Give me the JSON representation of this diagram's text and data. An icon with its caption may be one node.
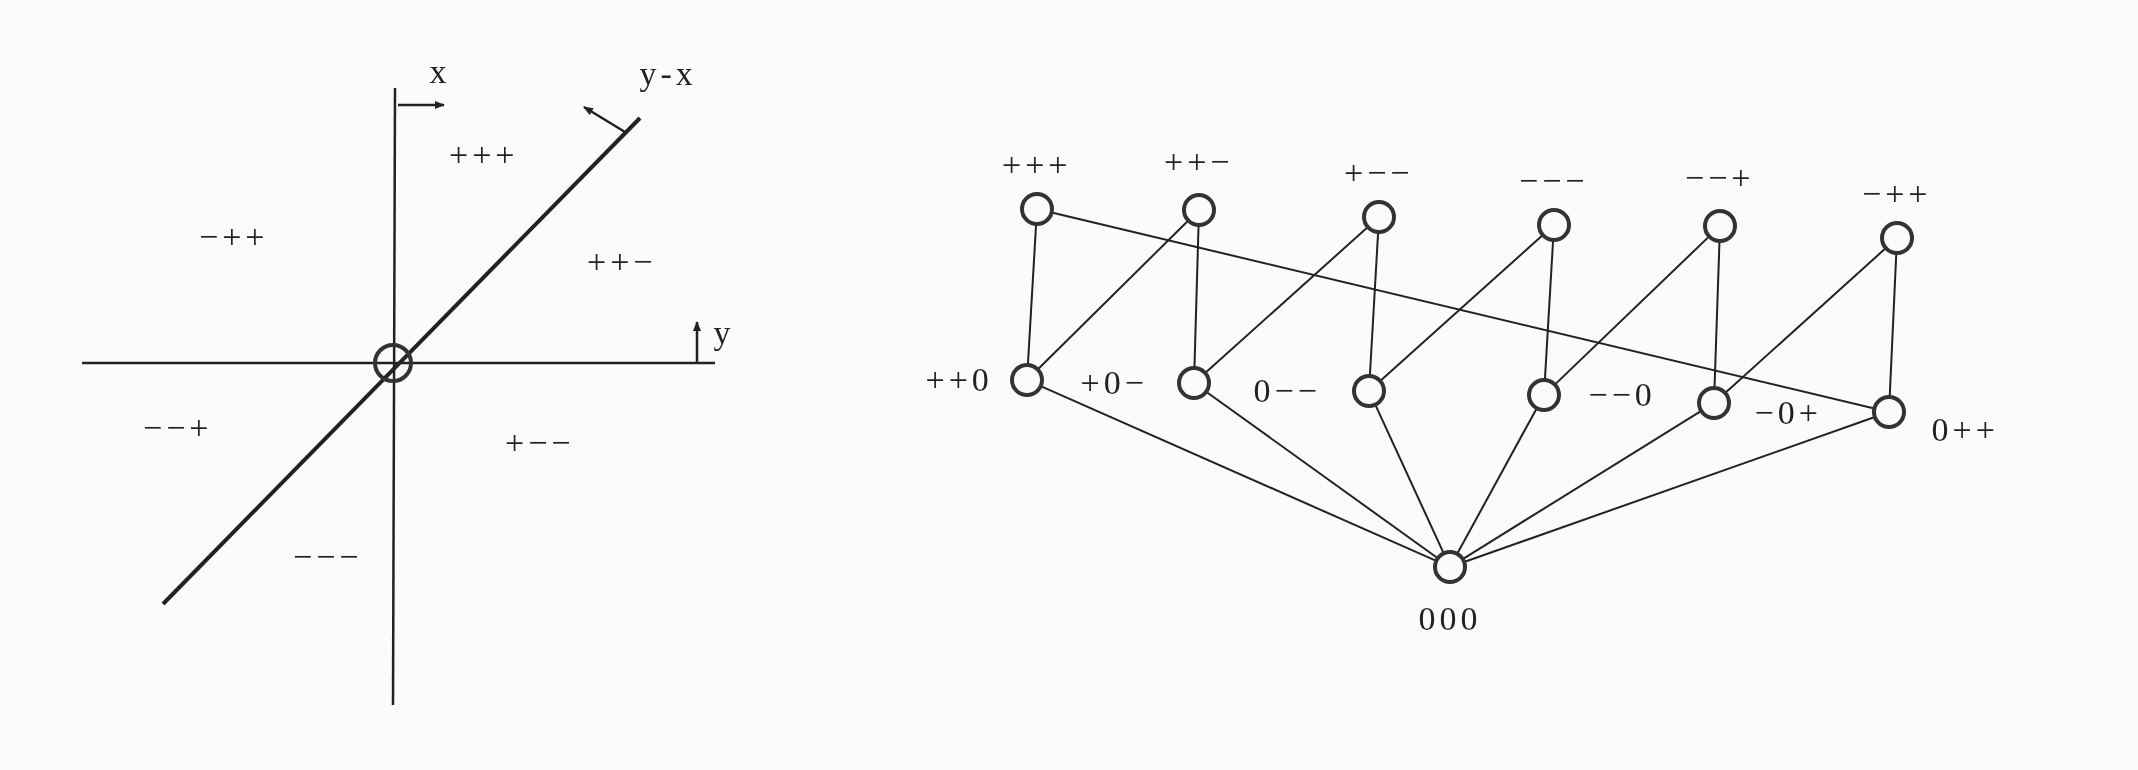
{
  "diagram": {
    "nodes": [
      {
        "text": [],
        "shape": "circle"
      },
      {
        "text": [
          "+++"
        ]
      },
      {
        "text": [
          "++−"
        ]
      },
      {
        "text": [
          "+−−"
        ]
      },
      {
        "text": [
          "−−−"
        ]
      },
      {
        "text": [
          "−−+"
        ]
      },
      {
        "text": [
          "−++"
        ]
      },
      {
        "text": [
          "++0"
        ]
      },
      {
        "text": [
          "+0−"
        ]
      },
      {
        "text": [
          "0−−"
        ]
      },
      {
        "text": [
          "−−0"
        ]
      },
      {
        "text": [
          "−0+"
        ]
      },
      {
        "text": [
          "0++"
        ]
      },
      {
        "text": [
          "000"
        ]
      }
    ],
    "edges": [
      {
        "from": 1,
        "to": 7,
        "arrow": "none"
      },
      {
        "from": 1,
        "to": 12,
        "arrow": "none"
      },
      {
        "from": 2,
        "to": 7,
        "arrow": "none"
      },
      {
        "from": 2,
        "to": 8,
        "arrow": "none"
      },
      {
        "from": 3,
        "to": 8,
        "arrow": "none"
      },
      {
        "from": 3,
        "to": 9,
        "arrow": "none"
      },
      {
        "from": 4,
        "to": 9,
        "arrow": "none"
      },
      {
        "from": 4,
        "to": 10,
        "arrow": "none"
      },
      {
        "from": 5,
        "to": 10,
        "arrow": "none"
      },
      {
        "from": 5,
        "to": 11,
        "arrow": "none"
      },
      {
        "from": 6,
        "to": 11,
        "arrow": "none"
      },
      {
        "from": 6,
        "to": 12,
        "arrow": "none"
      },
      {
        "from": 7,
        "to": 13,
        "arrow": "none"
      },
      {
        "from": 8,
        "to": 13,
        "arrow": "none"
      },
      {
        "from": 9,
        "to": 13,
        "arrow": "none"
      },
      {
        "from": 10,
        "to": 13,
        "arrow": "none"
      },
      {
        "from": 11,
        "to": 13,
        "arrow": "none"
      },
      {
        "from": 12,
        "to": 13,
        "arrow": "none"
      }
    ],
    "labels": [
      "x",
      "y-x",
      "+++",
      "−++",
      "++−",
      "y",
      "−−+",
      "+−−",
      "−−−"
    ]
  }
}
